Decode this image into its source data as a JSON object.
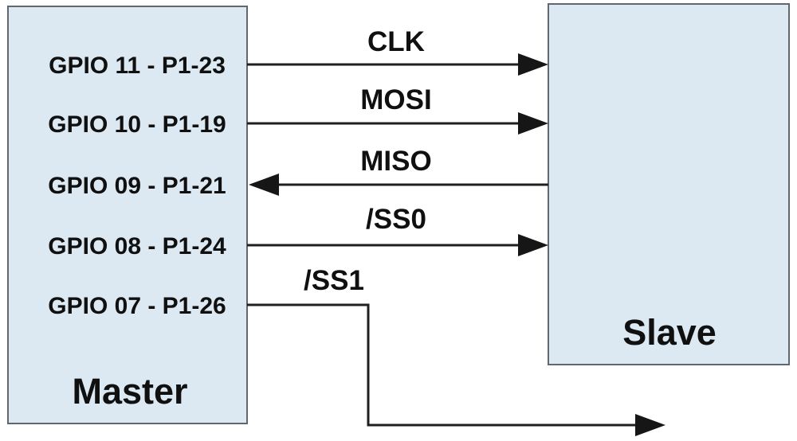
{
  "diagram": {
    "type": "wiring-diagram",
    "master": {
      "label": "Master",
      "pins": [
        {
          "label": "GPIO 11 - P1-23"
        },
        {
          "label": "GPIO 10 - P1-19"
        },
        {
          "label": "GPIO 09 - P1-21"
        },
        {
          "label": "GPIO 08 - P1-24"
        },
        {
          "label": "GPIO 07 - P1-26"
        }
      ]
    },
    "slave": {
      "label": "Slave"
    },
    "signals": [
      {
        "label": "CLK",
        "from": "Master",
        "to": "Slave"
      },
      {
        "label": "MOSI",
        "from": "Master",
        "to": "Slave"
      },
      {
        "label": "MISO",
        "from": "Slave",
        "to": "Master"
      },
      {
        "label": "/SS0",
        "from": "Master",
        "to": "Slave"
      },
      {
        "label": "/SS1",
        "from": "Master",
        "to": "off-diagram"
      }
    ],
    "colors": {
      "box_fill": "#dce9f2",
      "box_border": "#606770",
      "wire": "#1f1f1f",
      "text": "#101010",
      "background": "#ffffff"
    }
  }
}
